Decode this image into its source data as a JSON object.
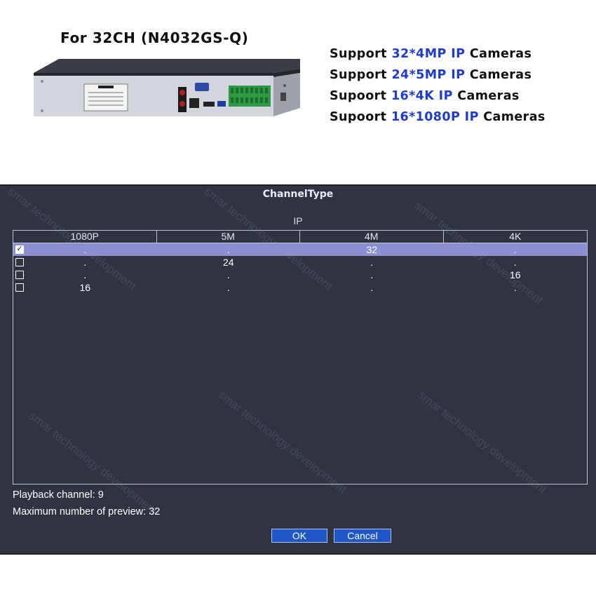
{
  "promo": {
    "model_title": "For 32CH (N4032GS-Q)",
    "specs": [
      {
        "prefix": "Support ",
        "highlight": "32*4MP IP",
        "suffix": " Cameras"
      },
      {
        "prefix": "Support ",
        "highlight": "24*5MP IP",
        "suffix": " Cameras"
      },
      {
        "prefix": "Supoort ",
        "highlight": "16*4K IP",
        "suffix": " Cameras"
      },
      {
        "prefix": "Supoort ",
        "highlight": "16*1080P IP",
        "suffix": " Cameras"
      }
    ],
    "highlight_color": "#1c3bd8"
  },
  "dialog": {
    "title": "ChannelType",
    "group_label": "IP",
    "columns": [
      "1080P",
      "5M",
      "4M",
      "4K"
    ],
    "rows": [
      {
        "checked": true,
        "selected": true,
        "values": [
          ".",
          ".",
          "32",
          "."
        ]
      },
      {
        "checked": false,
        "selected": false,
        "values": [
          ".",
          "24",
          ".",
          "."
        ]
      },
      {
        "checked": false,
        "selected": false,
        "values": [
          ".",
          ".",
          ".",
          "16"
        ]
      },
      {
        "checked": false,
        "selected": false,
        "values": [
          "16",
          ".",
          ".",
          "."
        ]
      }
    ],
    "playback_channel": "Playback channel: 9",
    "max_preview": "Maximum number of preview: 32",
    "ok_label": "OK",
    "cancel_label": "Cancel",
    "watermark_text": "smar technology development",
    "colors": {
      "background": "#2f3440",
      "selected_row": "#8c8fd2",
      "button": "#1f57c8",
      "grid_line": "#b8c0d4"
    }
  },
  "icons": {
    "checkbox_checked": "checkbox-checked-icon",
    "checkbox_unchecked": "checkbox-unchecked-icon",
    "device": "nvr-device-image"
  }
}
